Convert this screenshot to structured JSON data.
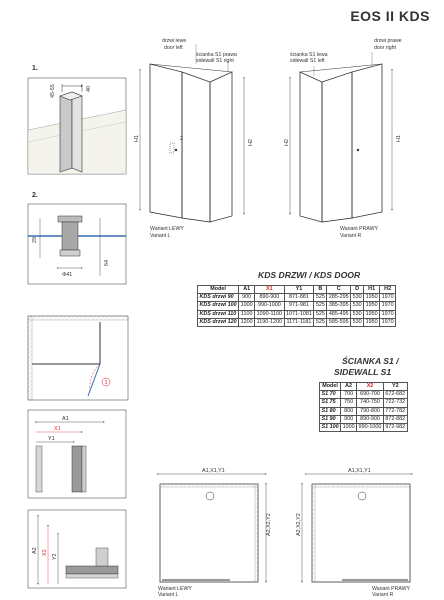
{
  "header": {
    "title": "EOS II KDS"
  },
  "steps": {
    "step1": "1.",
    "step2": "2."
  },
  "callouts": {
    "door_left": [
      "drzwi lewe",
      "door left"
    ],
    "sidewall_s1_right": [
      "ścianka S1 prawa",
      "sidewall S1 right"
    ],
    "sidewall_s1_left": [
      "ścianka S1 lewa",
      "sidewall S1 left"
    ],
    "door_right": [
      "drzwi prawe",
      "door right"
    ]
  },
  "variants": {
    "left_top": [
      "Wariant LEWY",
      "Variant L"
    ],
    "right_top": [
      "Wariant PRAWY",
      "Variant R"
    ],
    "left_bottom": [
      "Wariant LEWY",
      "Variant L"
    ],
    "right_bottom": [
      "Wariant PRAWY",
      "Variant R"
    ]
  },
  "dimensions": {
    "h1": "H1",
    "h2": "H2",
    "d2": "2",
    "d1": "1",
    "profile_a": "45-55",
    "profile_b": "40",
    "width_29": "29",
    "dia_41": "Φ41",
    "height_64": "64",
    "a1": "A1",
    "x1": "X1",
    "y1": "Y1",
    "a2": "A2",
    "x2": "X2",
    "y2": "Y2",
    "plan_top_l": "A1,X1,Y1",
    "plan_top_r": "A1,X1,Y1",
    "plan_side_l": "A2,X2,Y2",
    "plan_side_r": "A2,X2,Y2"
  },
  "door_table": {
    "caption": "KDS DRZWI / KDS DOOR",
    "headers": [
      "Model",
      "A1",
      "X1",
      "Y1",
      "B",
      "C",
      "D",
      "H1",
      "H2"
    ],
    "rows": [
      [
        "KDS drzwi 90",
        "900",
        "890-900",
        "871-881",
        "525",
        "285-295",
        "530",
        "1950",
        "1970"
      ],
      [
        "KDS drzwi 100",
        "1000",
        "990-1000",
        "971-981",
        "525",
        "385-395",
        "530",
        "1950",
        "1970"
      ],
      [
        "KDS drzwi 110",
        "1100",
        "1090-1100",
        "1071-1081",
        "525",
        "485-495",
        "530",
        "1950",
        "1970"
      ],
      [
        "KDS drzwi 120",
        "1200",
        "1190-1200",
        "1171-1181",
        "525",
        "585-595",
        "530",
        "1950",
        "1970"
      ]
    ]
  },
  "sidewall_table": {
    "caption": [
      "ŚCIANKA S1 /",
      "SIDEWALL S1"
    ],
    "headers": [
      "Model",
      "A2",
      "X2",
      "Y2"
    ],
    "rows": [
      [
        "S1 70",
        "700",
        "690-700",
        "672-682"
      ],
      [
        "S1 75",
        "750",
        "740-750",
        "722-732"
      ],
      [
        "S1 80",
        "800",
        "790-800",
        "772-782"
      ],
      [
        "S1 90",
        "900",
        "890-900",
        "872-882"
      ],
      [
        "S1 100",
        "1000",
        "990-1000",
        "972-982"
      ]
    ]
  },
  "colors": {
    "accent_red": "#d9242a",
    "line": "#333333",
    "profile_grey": "#9a9a9a"
  }
}
